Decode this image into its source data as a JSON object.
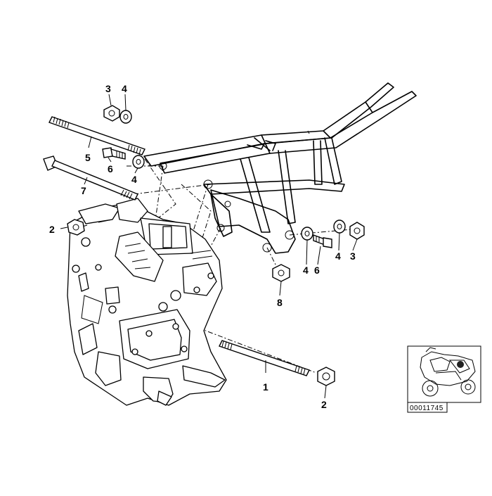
{
  "diagram": {
    "callouts": [
      {
        "id": "callout-1",
        "text": "1"
      },
      {
        "id": "callout-2-left",
        "text": "2"
      },
      {
        "id": "callout-2-bottom",
        "text": "2"
      },
      {
        "id": "callout-3-top",
        "text": "3"
      },
      {
        "id": "callout-3-right",
        "text": "3"
      },
      {
        "id": "callout-4-top",
        "text": "4"
      },
      {
        "id": "callout-4-mid",
        "text": "4"
      },
      {
        "id": "callout-4-right-a",
        "text": "4"
      },
      {
        "id": "callout-4-right-b",
        "text": "4"
      },
      {
        "id": "callout-5",
        "text": "5"
      },
      {
        "id": "callout-6-left",
        "text": "6"
      },
      {
        "id": "callout-6-right",
        "text": "6"
      },
      {
        "id": "callout-7",
        "text": "7"
      },
      {
        "id": "callout-8",
        "text": "8"
      }
    ],
    "catalog_number": "00011745",
    "thumbnail_icon": "motorcycle-thumbnail-icon"
  }
}
